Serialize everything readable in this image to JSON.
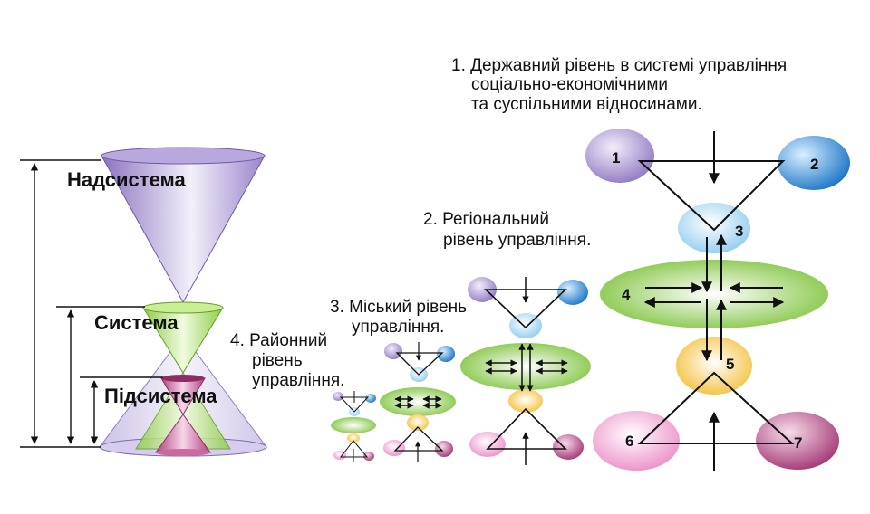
{
  "hierarchy": {
    "supersystem": "Надсистема",
    "system": "Система",
    "subsystem": "Підсистема"
  },
  "levels": {
    "state": [
      "1. Державний рівень в системі управління",
      "соціально-економічними",
      "та суспільними відносинами."
    ],
    "regional": [
      "2. Регіональний",
      "рівень управління."
    ],
    "city": [
      "3. Міський рівень",
      "управління."
    ],
    "district": [
      "4. Районний",
      "рівень",
      "управління."
    ]
  },
  "nodes": [
    "1",
    "2",
    "3",
    "4",
    "5",
    "6",
    "7"
  ],
  "colors": {
    "purple": "#9b86c8",
    "blue": "#2e86d0",
    "light_blue": "#9fd3f2",
    "green": "#8fd13f",
    "yellow": "#f5c842",
    "pink": "#ee8fc9",
    "magenta": "#b0427f"
  }
}
